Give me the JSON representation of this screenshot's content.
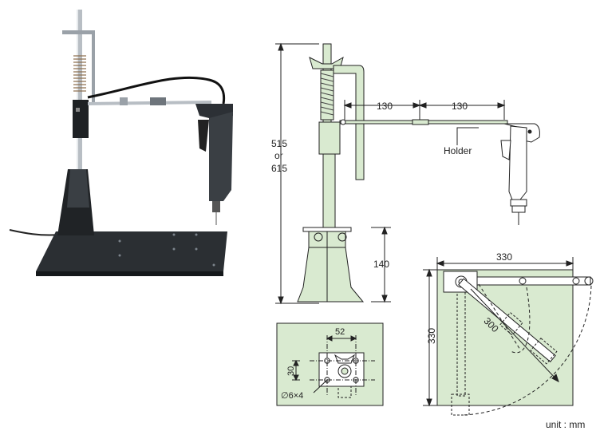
{
  "colors": {
    "drawing_fill": "#d9ead0",
    "line": "#222222",
    "base_plate": "#2b2f33",
    "metal": "#b8bec4",
    "grip": "#3a3f44"
  },
  "photo": {
    "subject": "screwdriver stand photo"
  },
  "side_view": {
    "height_value": "515",
    "height_or": "or",
    "height_alt_value": "615",
    "arm_seg1": "130",
    "arm_seg2": "130",
    "holder_label": "Holder",
    "base_height": "140"
  },
  "base_detail": {
    "hole_spacing": "52",
    "hole_vertical": "30",
    "hole_note": "∅6×4"
  },
  "top_view": {
    "width": "330",
    "depth": "330",
    "radius": "300"
  },
  "unit_label": "unit : mm"
}
